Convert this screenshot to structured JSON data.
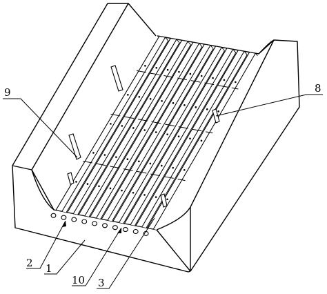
{
  "figure": {
    "type": "patent-line-drawing",
    "stroke_color": "#000000",
    "background_color": "#ffffff",
    "reference_labels": [
      {
        "id": "label-1",
        "text": "1"
      },
      {
        "id": "label-2",
        "text": "2"
      },
      {
        "id": "label-3",
        "text": "3"
      },
      {
        "id": "label-8",
        "text": "8"
      },
      {
        "id": "label-9",
        "text": "9"
      },
      {
        "id": "label-10",
        "text": "10"
      }
    ]
  }
}
